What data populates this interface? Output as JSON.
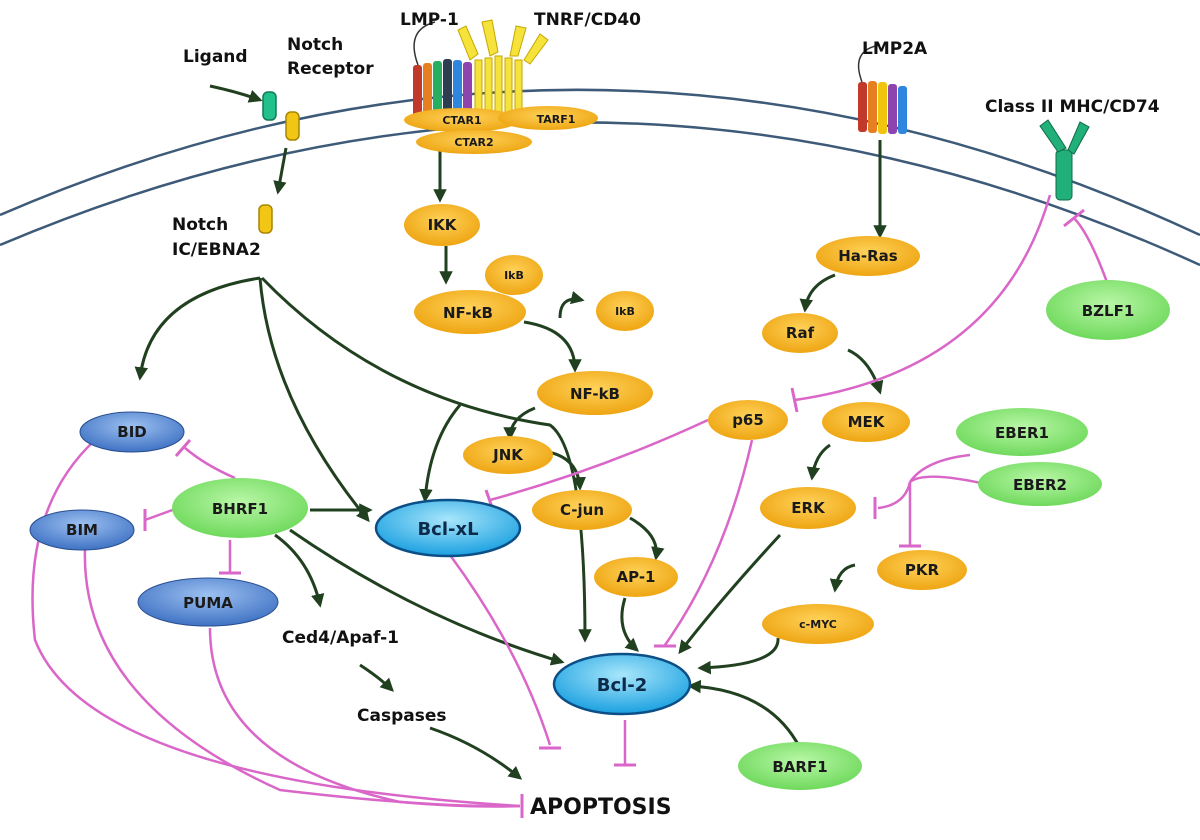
{
  "labels": {
    "ligand": "Ligand",
    "notch_receptor_1": "Notch",
    "notch_receptor_2": "Receptor",
    "lmp1": "LMP-1",
    "tnrf": "TNRF/CD40",
    "lmp2a": "LMP2A",
    "mhc": "Class II MHC/CD74",
    "notch_ic_1": "Notch",
    "notch_ic_2": "IC/EBNA2",
    "ced4": "Ced4/Apaf-1",
    "caspases": "Caspases",
    "apoptosis": "APOPTOSIS"
  },
  "nodes": {
    "ctar1": "CTAR1",
    "ctar2": "CTAR2",
    "tarf1": "TARF1",
    "ikk": "IKK",
    "ikb1": "IkB",
    "nfkb1": "NF-kB",
    "ikb2": "IkB",
    "nfkb2": "NF-kB",
    "jnk": "JNK",
    "cjun": "C-jun",
    "ap1": "AP-1",
    "p65": "p65",
    "hras": "Ha-Ras",
    "raf": "Raf",
    "mek": "MEK",
    "erk": "ERK",
    "pkr": "PKR",
    "cmyc": "c-MYC",
    "bid": "BID",
    "bim": "BIM",
    "puma": "PUMA",
    "bhrf1": "BHRF1",
    "bclxl": "Bcl-xL",
    "bcl2": "Bcl-2",
    "bzlf1": "BZLF1",
    "eber1": "EBER1",
    "eber2": "EBER2",
    "barf1": "BARF1"
  },
  "colors": {
    "orange_node": "#f5b01a",
    "green_node": "#8ee87a",
    "blue_node": "#5b8fd6",
    "cyan_node": "#37b6ea",
    "activation": "#21401f",
    "inhibition": "#d966c8"
  }
}
